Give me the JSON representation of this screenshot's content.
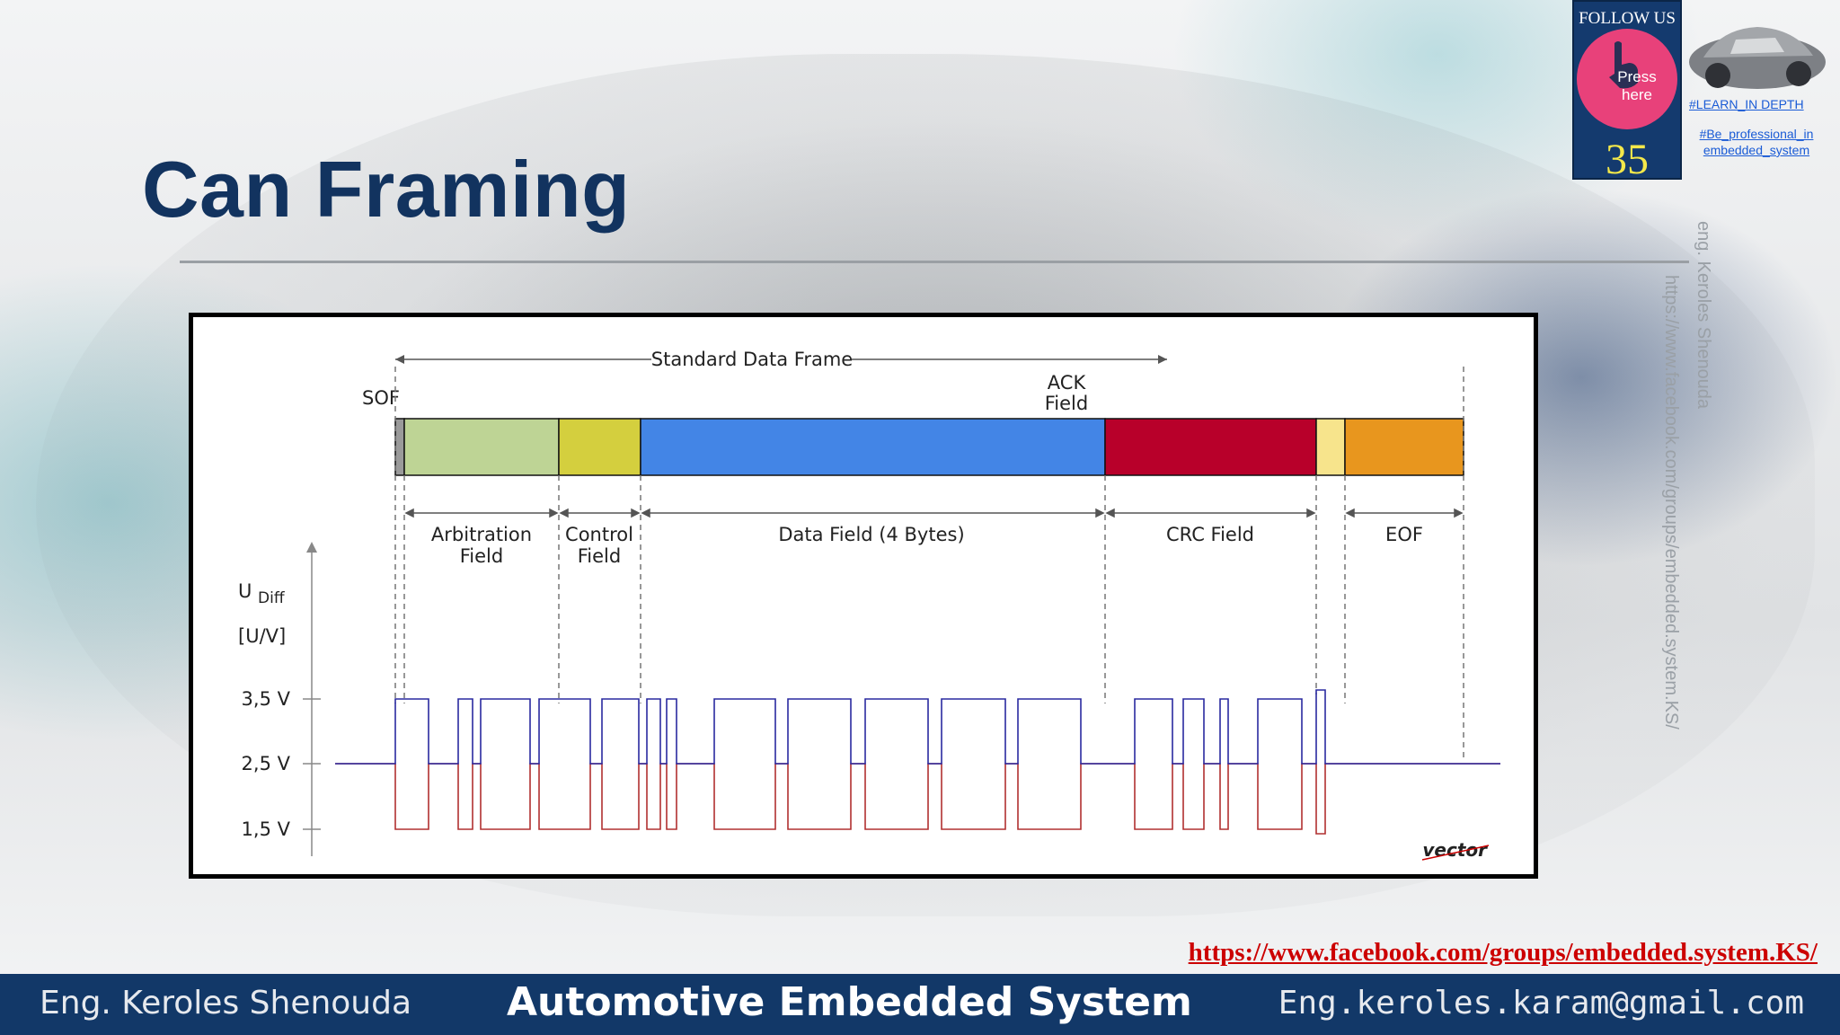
{
  "slide": {
    "title": "Can Framing",
    "number": "35"
  },
  "follow_badge": {
    "label": "FOLLOW US",
    "press_line1": "Press",
    "press_line2": "here",
    "hashtag1": "#LEARN_IN DEPTH",
    "hashtag2_line1": "#Be_professional_in",
    "hashtag2_line2": "embedded_system"
  },
  "side_credits": {
    "name": "eng. Keroles Shenouda",
    "url": "https://www.facebook.com/groups/embedded.system.KS/"
  },
  "diagram": {
    "frame_label": "Standard Data Frame",
    "sof_label": "SOF",
    "ack_label_line1": "ACK",
    "ack_label_line2": "Field",
    "fields": [
      {
        "line1": "Arbitration",
        "line2": "Field",
        "color": "#bed495"
      },
      {
        "line1": "Control",
        "line2": "Field",
        "color": "#d4cf3e"
      },
      {
        "line1": "Data Field (4 Bytes)",
        "line2": "",
        "color": "#4385e6"
      },
      {
        "line1": "CRC Field",
        "line2": "",
        "color": "#b8002a"
      },
      {
        "line1": "EOF",
        "line2": "",
        "color": "#e8961e"
      }
    ],
    "sof_color": "#9a9a9a",
    "ack_color": "#f7e48c",
    "y_axis_label_1": "U",
    "y_axis_label_sub": "Diff",
    "y_axis_label_2": "[U/V]",
    "y_ticks": [
      "3,5 V",
      "2,5 V",
      "1,5 V"
    ],
    "logo": "vector",
    "can_high_color": "#2a2aa0",
    "can_low_color": "#b03030"
  },
  "footer": {
    "link": "https://www.facebook.com/groups/embedded.system.KS/",
    "author": "Eng. Keroles Shenouda",
    "course": "Automotive Embedded System",
    "email": "Eng.keroles.karam@gmail.com"
  }
}
